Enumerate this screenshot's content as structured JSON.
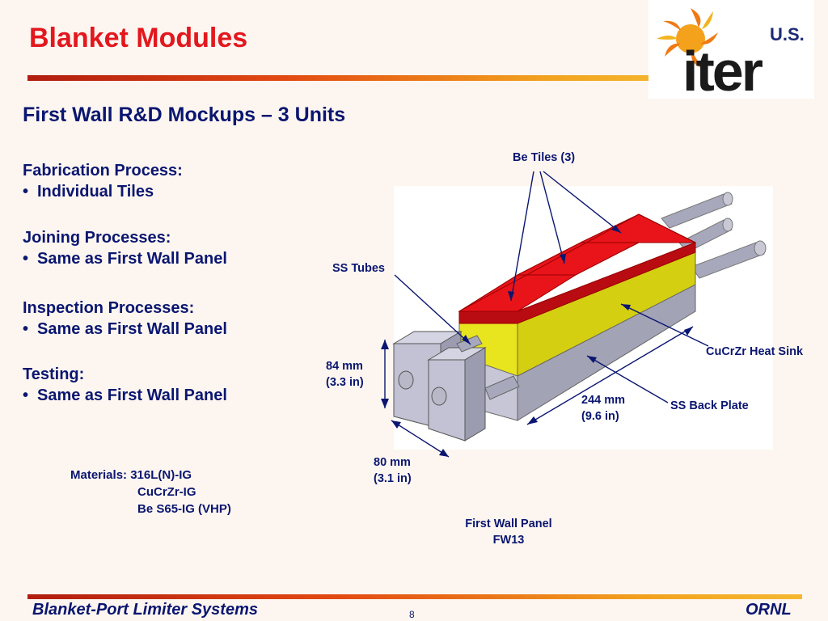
{
  "header": {
    "title": "Blanket Modules",
    "logo_text_top": "U.S.",
    "logo_text_main": "iter"
  },
  "content": {
    "subtitle": "First Wall R&D Mockups – 3 Units",
    "sections": [
      {
        "heading": "Fabrication Process:",
        "bullet": "Individual Tiles"
      },
      {
        "heading": "Joining Processes:",
        "bullet": "Same as First Wall Panel"
      },
      {
        "heading": "Inspection Processes:",
        "bullet": "Same as First Wall Panel"
      },
      {
        "heading": "Testing:",
        "bullet": "Same as First Wall Panel"
      }
    ],
    "bullet_glyph": "•",
    "materials": {
      "label": "Materials:",
      "items": [
        "316L(N)-IG",
        "CuCrZr-IG",
        "Be S65-IG (VHP)"
      ]
    }
  },
  "diagram": {
    "labels": {
      "be_tiles": "Be Tiles (3)",
      "ss_tubes": "SS Tubes",
      "heat_sink": "CuCrZr Heat Sink",
      "back_plate": "SS Back Plate",
      "height_mm": "84 mm",
      "height_in": "(3.3 in)",
      "length_mm": "244 mm",
      "length_in": "(9.6 in)",
      "width_mm": "80 mm",
      "width_in": "(3.1 in)",
      "caption_1": "First Wall Panel",
      "caption_2": "FW13"
    },
    "colors": {
      "tile": "#e8141a",
      "heat_sink": "#e0dc12",
      "plate": "#b3b3c6",
      "arrow": "#0a1670"
    }
  },
  "footer": {
    "left": "Blanket-Port Limiter Systems",
    "page": "8",
    "right": "ORNL"
  }
}
